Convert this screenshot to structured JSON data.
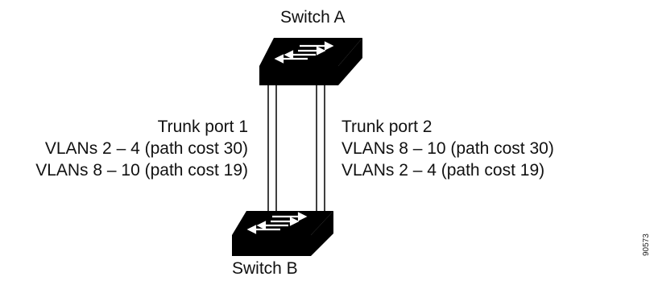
{
  "switch_a": {
    "label": "Switch A"
  },
  "switch_b": {
    "label": "Switch B"
  },
  "trunk_port_1": {
    "title": "Trunk port 1",
    "line1": "VLANs 2 – 4 (path cost 30)",
    "line2": "VLANs 8 – 10 (path cost 19)"
  },
  "trunk_port_2": {
    "title": "Trunk port 2",
    "line1": "VLANs 8 – 10 (path cost 30)",
    "line2": "VLANs 2 – 4 (path cost 19)"
  },
  "figure_id": "90573",
  "colors": {
    "switch_body": "#000000",
    "arrow": "#ffffff",
    "link": "#000000"
  }
}
